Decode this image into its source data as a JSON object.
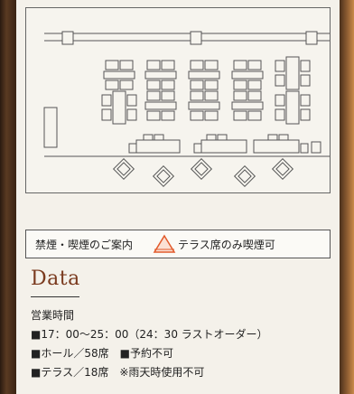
{
  "legend": {
    "no_smoking_label": "禁煙・喫煙のご案内",
    "smoking_note": "テラス席のみ喫煙可",
    "warning_color": "#e25a2b"
  },
  "info": {
    "heading": "Data",
    "hours_label": "営業時間",
    "hours_value": "■17：00～25：00（24：30 ラストオーダー）",
    "hall_line": "■ホール／58席　■予約不可",
    "terrace_line": "■テラス／18席　※雨天時使用不可"
  }
}
